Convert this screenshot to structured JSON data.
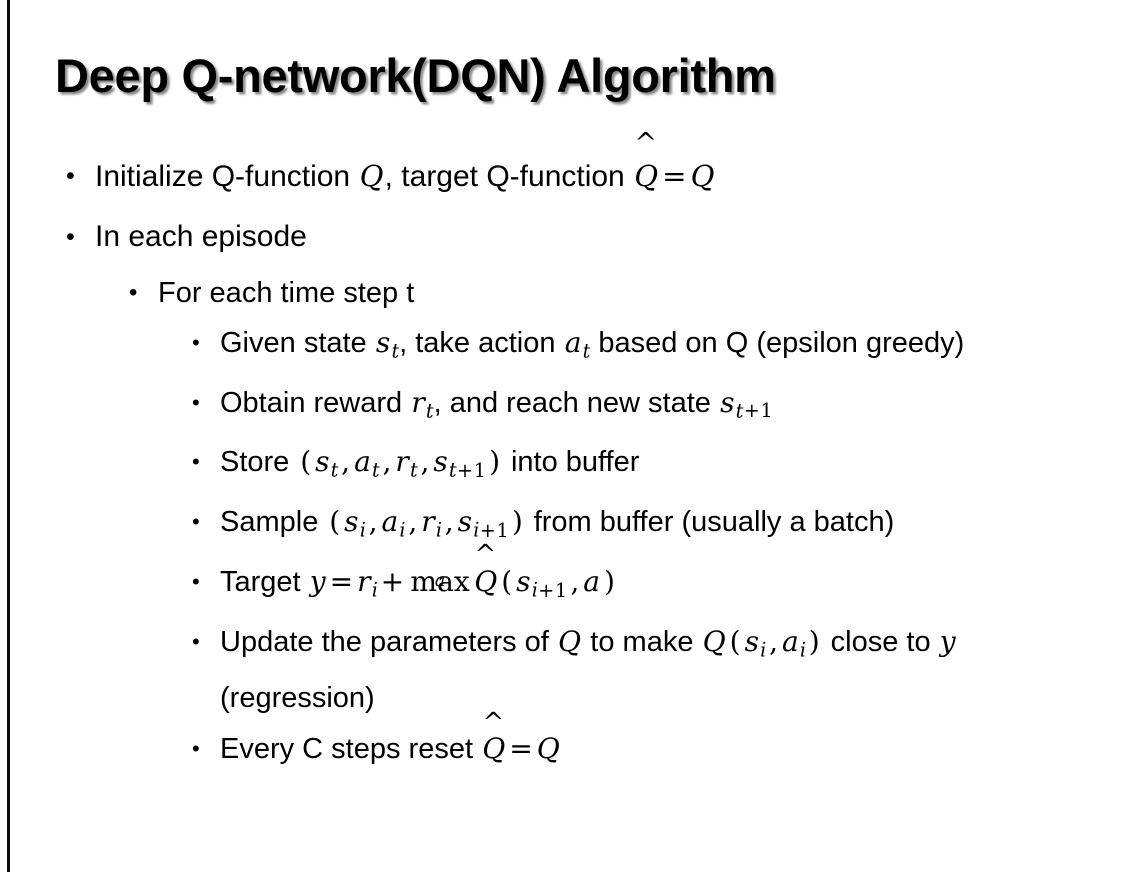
{
  "slide": {
    "title": "Deep Q-network(DQN) Algorithm",
    "background_color": "#ffffff",
    "text_color": "#000000",
    "left_rule_color": "#0b0b0b",
    "bullet_glyph": "•"
  },
  "bullets": {
    "b1": {
      "level": 1,
      "marker": "•",
      "plain_text": "Initialize Q-function Q, target Q-function Q̂ = Q",
      "seg": {
        "t1": "Initialize Q-function ",
        "v_Q1": "Q",
        "t2": ", target Q-function ",
        "v_Qhat": "Q",
        "hat": "̂",
        "op_eq": "=",
        "v_Q2": "Q"
      }
    },
    "b2": {
      "level": 1,
      "marker": "•",
      "plain_text": "In each episode",
      "seg": {
        "t1": "In each episode"
      }
    },
    "b3": {
      "level": 2,
      "marker": "•",
      "plain_text": "For each time step t",
      "seg": {
        "t1": "For each time step t"
      }
    },
    "b4": {
      "level": 3,
      "marker": "•",
      "plain_text": "Given state s_t, take action a_t based on Q (epsilon greedy)",
      "seg": {
        "t1": "Given state ",
        "v_s": "s",
        "sub_t1": "t",
        "t2": ", take action ",
        "v_a": "a",
        "sub_t2": "t",
        "t3": " based on Q (epsilon greedy)"
      }
    },
    "b5": {
      "level": 3,
      "marker": "•",
      "plain_text": "Obtain reward r_t, and reach new state s_{t+1}",
      "seg": {
        "t1": "Obtain reward ",
        "v_r": "r",
        "sub_t": "t",
        "t2": ", and reach new state ",
        "v_s": "s",
        "sub_s_t": "t",
        "sub_s_plus": "+",
        "sub_s_one": "1"
      }
    },
    "b6": {
      "level": 3,
      "marker": "•",
      "plain_text": "Store (s_t, a_t, r_t, s_{t+1}) into buffer",
      "seg": {
        "t1": "Store ",
        "paren_open": "(",
        "v_s1": "s",
        "sub1": "t",
        "comma1": ",",
        "v_a": "a",
        "sub2": "t",
        "comma2": ",",
        "v_r": "r",
        "sub3": "t",
        "comma3": ",",
        "v_s2": "s",
        "sub4_t": "t",
        "sub4_plus": "+",
        "sub4_one": "1",
        "paren_close": ")",
        "t2": " into buffer"
      }
    },
    "b7": {
      "level": 3,
      "marker": "•",
      "plain_text": "Sample (s_i, a_i, r_i, s_{i+1}) from buffer (usually a batch)",
      "seg": {
        "t1": "Sample ",
        "paren_open": "(",
        "v_s1": "s",
        "sub1": "i",
        "comma1": ",",
        "v_a": "a",
        "sub2": "i",
        "comma2": ",",
        "v_r": "r",
        "sub3": "i",
        "comma3": ",",
        "v_s2": "s",
        "sub4_i": "i",
        "sub4_plus": "+",
        "sub4_one": "1",
        "paren_close": ")",
        "t2": " from buffer (usually a batch)"
      }
    },
    "b8": {
      "level": 3,
      "marker": "•",
      "plain_text": "Target y = r_i + max_a Q̂(s_{i+1}, a)",
      "seg": {
        "t1": "Target ",
        "v_y": "y",
        "op_eq": "=",
        "v_r": "r",
        "sub_i": "i",
        "op_plus": "+",
        "max_label": "max",
        "max_limit": "a",
        "v_Qhat": "Q",
        "hat": "̂",
        "paren_open": "(",
        "v_s": "s",
        "sub_s_i": "i",
        "sub_s_plus": "+",
        "sub_s_one": "1",
        "comma": ",",
        "v_a": "a",
        "paren_close": ")"
      }
    },
    "b9": {
      "level": 3,
      "marker": "•",
      "plain_text": "Update the parameters of Q to make Q(s_i, a_i) close to y (regression)",
      "seg": {
        "t1": "Update the parameters of ",
        "v_Q1": "Q",
        "t2": " to make ",
        "v_Q2": "Q",
        "paren_open": "(",
        "v_s": "s",
        "sub1": "i",
        "comma1": ",",
        "v_a": "a",
        "sub2": "i",
        "paren_close": ")",
        "t3": " close to ",
        "v_y": "y",
        "t4": " (regression)"
      }
    },
    "b10": {
      "level": 3,
      "marker": "•",
      "plain_text": "Every C steps reset Q̂ = Q",
      "seg": {
        "t1": "Every C steps reset ",
        "v_Qhat": "Q",
        "hat": "̂",
        "op_eq": "=",
        "v_Q": "Q"
      }
    }
  }
}
